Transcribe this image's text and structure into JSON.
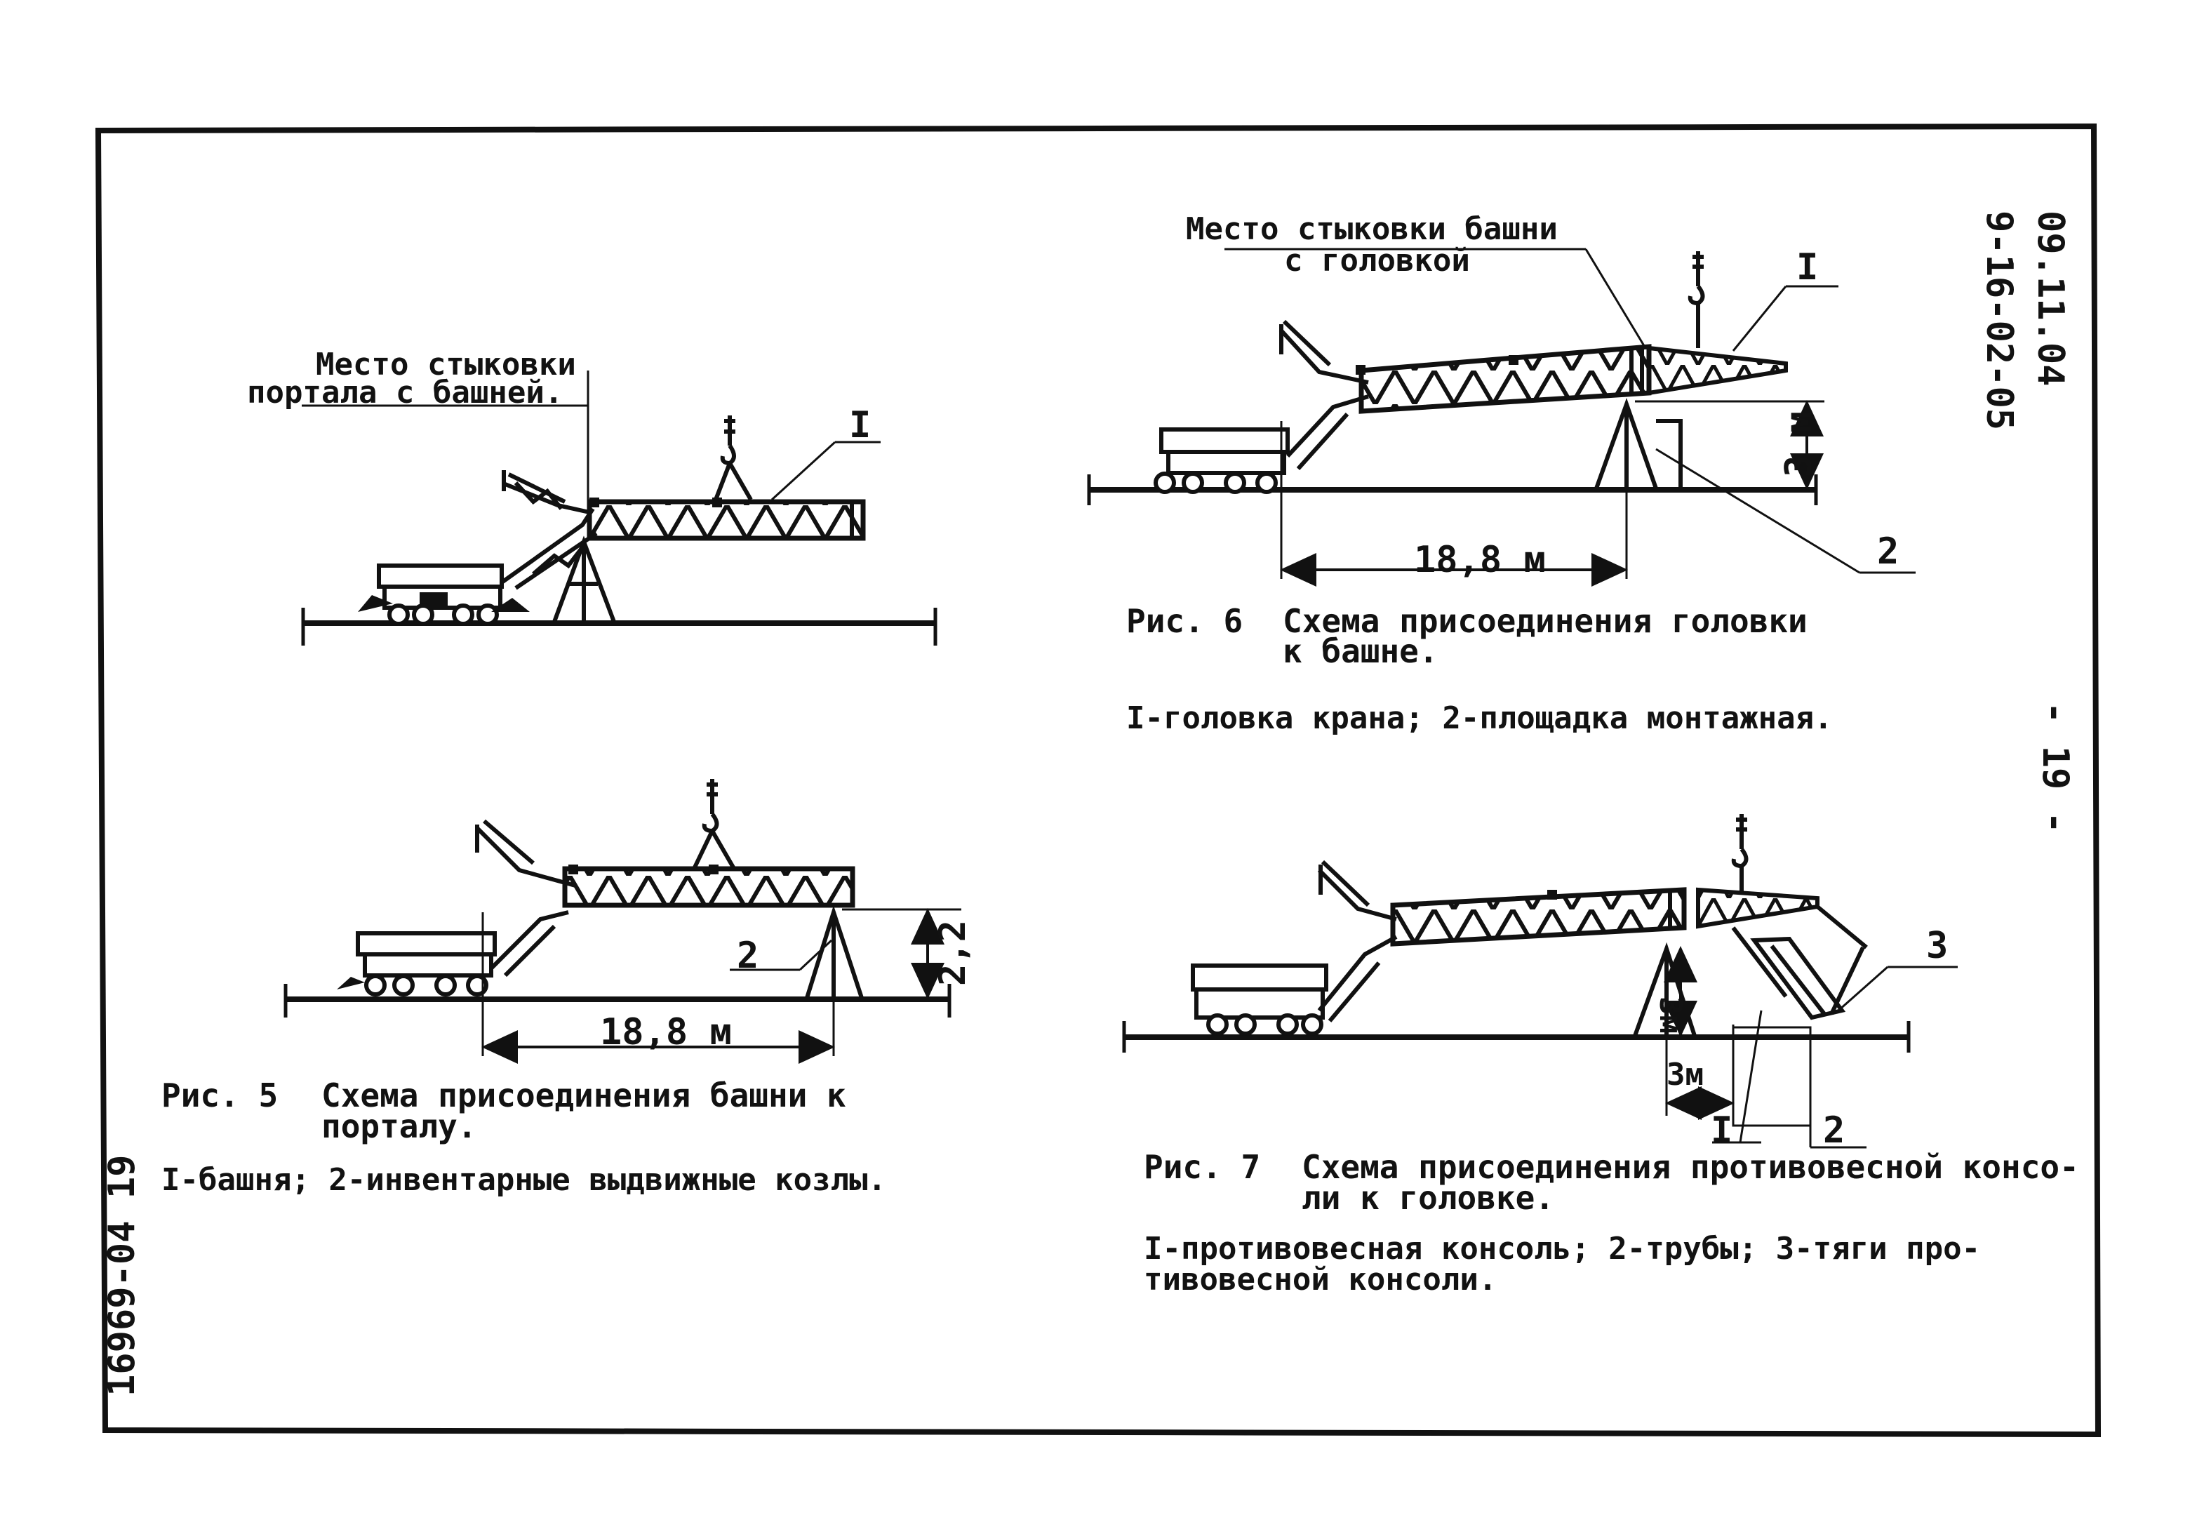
{
  "sheet": {
    "code": "9-16-02-05",
    "date": "09.11.04",
    "page_number": "- 19 -",
    "side_stamp": "16969-04 19"
  },
  "fig5": {
    "caption_num": "Рис. 5",
    "caption_line1": "Схема присоединения башни к",
    "caption_line2": "порталу.",
    "legend": "I-башня; 2-инвентарные выдвижные козлы.",
    "callout_line1": "Место стыковки",
    "callout_line2": "портала с башней.",
    "label_1": "I",
    "label_2": "2",
    "dim_span": "18,8 м",
    "dim_height": "2,2"
  },
  "fig6": {
    "caption_num": "Рис. 6",
    "caption_line1": "Схема присоединения головки",
    "caption_line2": "к башне.",
    "legend": "I-головка крана; 2-площадка монтажная.",
    "callout_line1": "Место стыковки башни",
    "callout_line2": "с головкой",
    "label_1": "I",
    "label_2": "2",
    "dim_span": "18,8 м",
    "dim_height": "3 м"
  },
  "fig7": {
    "caption_num": "Рис. 7",
    "caption_line1": "Схема присоединения противовесной консо-",
    "caption_line2": "ли к головке.",
    "legend_line1": "I-противовесная консоль; 2-трубы; 3-тяги про-",
    "legend_line2": "тивовесной консоли.",
    "label_1": "I",
    "label_2": "2",
    "label_3": "3",
    "dim_height": "3м",
    "dim_offset": "3м"
  }
}
